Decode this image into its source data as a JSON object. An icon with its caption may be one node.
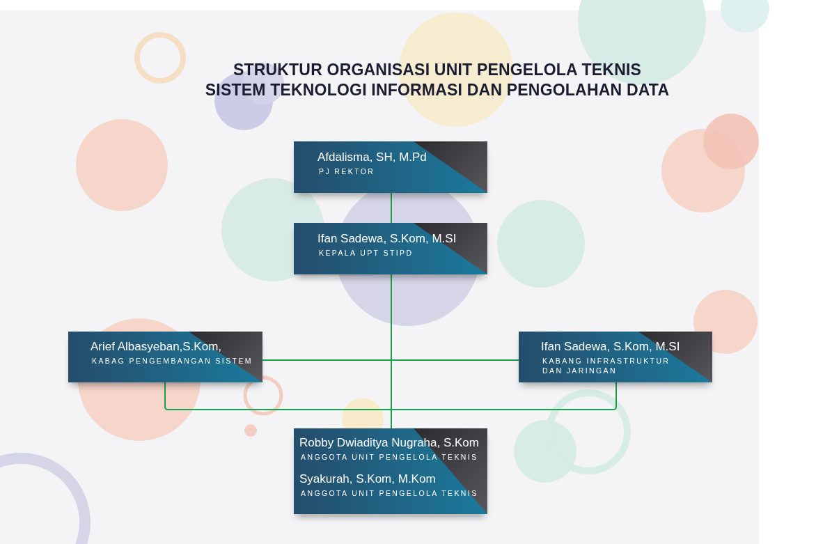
{
  "diagram": {
    "title": "STRUKTUR ORGANISASI UNIT PENGELOLA TEKNIS SISTEM TEKNOLOGI INFORMASI DAN PENGOLAHAN DATA",
    "nodes": [
      {
        "text": [
          "Afdalisma, SH, M.Pd",
          "PJ REKTOR"
        ]
      },
      {
        "text": [
          "Ifan Sadewa, S.Kom, M.SI",
          "KEPALA UPT STIPD"
        ]
      },
      {
        "text": [
          "Arief Albasyeban,S.Kom,",
          "KABAG PENGEMBANGAN SISTEM"
        ]
      },
      {
        "text": [
          "Ifan Sadewa, S.Kom, M.SI",
          "KABANG INFRASTRUKTUR DAN JARINGAN"
        ]
      },
      {
        "text": [
          "Robby Dwiaditya Nugraha, S.Kom",
          "ANGGOTA UNIT PENGELOLA TEKNIS",
          "Syakurah, S.Kom, M.Kom",
          "ANGGOTA UNIT PENGELOLA TEKNIS"
        ]
      }
    ],
    "edges": [
      {
        "from": 0,
        "to": 1,
        "arrow": "none"
      },
      {
        "from": 1,
        "to": 2,
        "arrow": "none"
      },
      {
        "from": 1,
        "to": 3,
        "arrow": "none"
      },
      {
        "from": 1,
        "to": 4,
        "arrow": "none"
      },
      {
        "from": 2,
        "to": 4,
        "arrow": "none"
      },
      {
        "from": 3,
        "to": 4,
        "arrow": "none"
      }
    ]
  }
}
